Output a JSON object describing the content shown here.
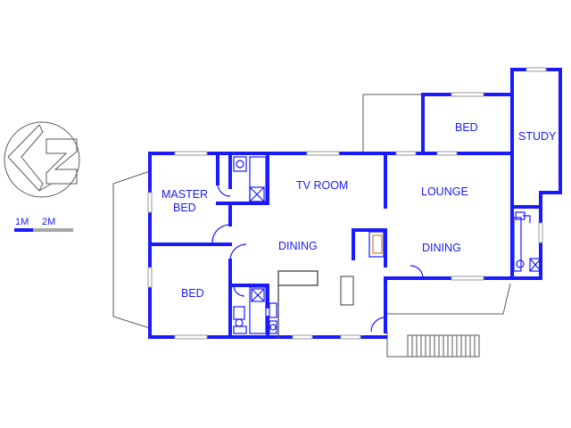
{
  "rooms": {
    "master_bed_line1": "MASTER",
    "master_bed_line2": "BED",
    "tv_room": "TV ROOM",
    "lounge": "LOUNGE",
    "bed_top": "BED",
    "study": "STUDY",
    "dining_left": "DINING",
    "dining_right": "DINING",
    "bed_bottom": "BED"
  },
  "scale_bar": {
    "label_1": "1M",
    "label_2": "2M",
    "color_1": "#1a1aff",
    "color_2": "#a8a8a8"
  },
  "compass": {
    "icon": "north-arrow-icon"
  },
  "colors": {
    "walls": "#1a1aff",
    "outline": "#5a5a5a",
    "windows": "#9a9a9a"
  }
}
